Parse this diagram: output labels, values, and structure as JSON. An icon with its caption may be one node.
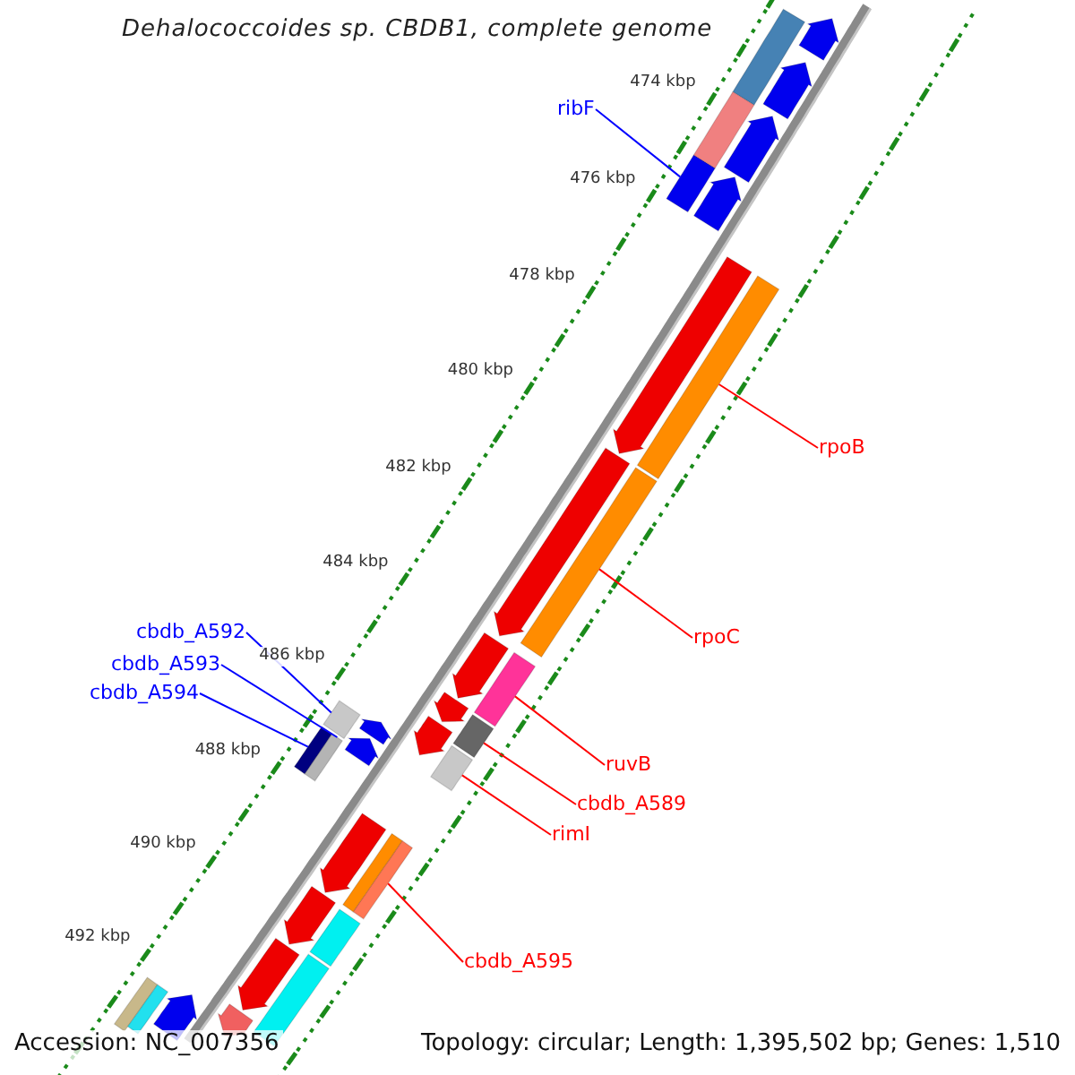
{
  "diagram": {
    "title": "Dehalococcoides sp. CBDB1, complete genome",
    "nodes": [
      {
        "text": [
          "ribF"
        ]
      },
      {
        "text": [],
        "shape": "box"
      },
      {
        "text": [
          "rpoB"
        ]
      },
      {
        "text": [],
        "shape": "box"
      },
      {
        "text": [
          "rpoC"
        ]
      },
      {
        "text": [],
        "shape": "box"
      },
      {
        "text": [
          "cbdb_A592"
        ]
      },
      {
        "text": [],
        "shape": "box"
      },
      {
        "text": [
          "cbdb_A593"
        ]
      },
      {
        "text": [],
        "shape": "box"
      },
      {
        "text": [
          "cbdb_A594"
        ]
      },
      {
        "text": [],
        "shape": "box"
      },
      {
        "text": [
          "ruvB"
        ]
      },
      {
        "text": [],
        "shape": "box"
      },
      {
        "text": [
          "cbdb_A589"
        ]
      },
      {
        "text": [],
        "shape": "box"
      },
      {
        "text": [
          "rimI"
        ]
      },
      {
        "text": [],
        "shape": "box"
      },
      {
        "text": [
          "cbdb_A595"
        ]
      },
      {
        "text": [],
        "shape": "box"
      },
      {
        "text": [],
        "shape": "box"
      },
      {
        "text": [],
        "shape": "arrow"
      },
      {
        "text": [],
        "shape": "arrow"
      },
      {
        "text": [],
        "shape": "box"
      },
      {
        "text": [],
        "shape": "arrow"
      },
      {
        "text": [],
        "shape": "arrow"
      },
      {
        "text": [],
        "shape": "arrow"
      },
      {
        "text": [],
        "shape": "arrow"
      },
      {
        "text": [],
        "shape": "arrow"
      },
      {
        "text": [],
        "shape": "arrow"
      },
      {
        "text": [],
        "shape": "arrow"
      },
      {
        "text": [],
        "shape": "arrow"
      },
      {
        "text": [],
        "shape": "arrow"
      },
      {
        "text": [],
        "shape": "arrow"
      },
      {
        "text": [],
        "shape": "box"
      },
      {
        "text": [],
        "shape": "arrow"
      },
      {
        "text": [],
        "shape": "box"
      },
      {
        "text": [],
        "shape": "box"
      },
      {
        "text": [],
        "shape": "arrow"
      },
      {
        "text": [],
        "shape": "arrow"
      },
      {
        "text": [],
        "shape": "arrow"
      },
      {
        "text": [],
        "shape": "box"
      },
      {
        "text": [],
        "shape": "box"
      }
    ],
    "edges": [
      {
        "from": 0,
        "to": 1,
        "arrow": "none",
        "color": "#0000ff"
      },
      {
        "from": 2,
        "to": 3,
        "arrow": "none"
      },
      {
        "from": 4,
        "to": 5,
        "arrow": "none"
      },
      {
        "from": 6,
        "to": 7,
        "arrow": "none",
        "color": "#0000ff"
      },
      {
        "from": 8,
        "to": 9,
        "arrow": "none",
        "color": "#0000ff"
      },
      {
        "from": 10,
        "to": 11,
        "arrow": "none",
        "color": "#0000ff"
      },
      {
        "from": 12,
        "to": 13,
        "arrow": "none"
      },
      {
        "from": 14,
        "to": 15,
        "arrow": "none"
      },
      {
        "from": 16,
        "to": 17,
        "arrow": "none"
      },
      {
        "from": 18,
        "to": 19,
        "arrow": "none"
      }
    ],
    "labels": [
      "474 kbp",
      "476 kbp",
      "478 kbp",
      "480 kbp",
      "482 kbp",
      "484 kbp",
      "486 kbp",
      "488 kbp",
      "490 kbp",
      "492 kbp",
      "Accession: NC_007356",
      "Topology: circular; Length: 1,395,502 bp; Genes: 1,510"
    ]
  }
}
